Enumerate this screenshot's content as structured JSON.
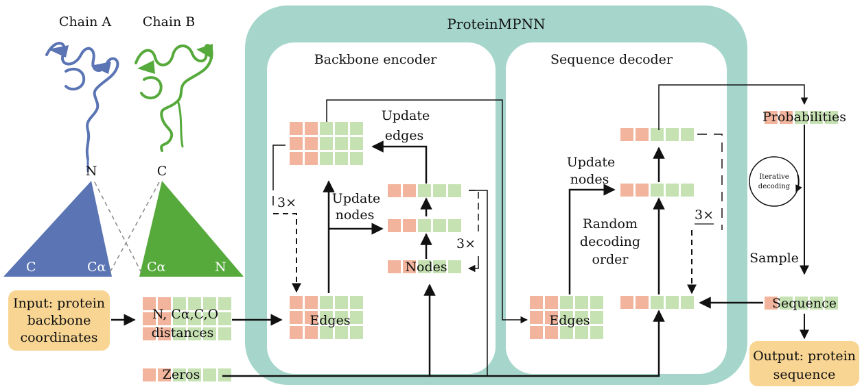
{
  "title": "ProteinMPNN",
  "chains": [
    {
      "label": "Chain A",
      "color": "#5a74b4",
      "top_label": "N",
      "left_label": "C",
      "right_label": "Cα"
    },
    {
      "label": "Chain B",
      "color": "#56a93b",
      "top_label": "C",
      "left_label": "Cα",
      "right_label": "N"
    }
  ],
  "input_box": {
    "lines": [
      "Input: protein",
      "backbone",
      "coordinates"
    ]
  },
  "features": {
    "lines": [
      "N, Cα,C,O",
      "distances"
    ]
  },
  "zeros_label": "Zeros",
  "encoder": {
    "title": "Backbone encoder",
    "update_edges": [
      "Update",
      "edges"
    ],
    "update_nodes": [
      "Update",
      "nodes"
    ],
    "edges_label": "Edges",
    "nodes_label": "Nodes",
    "repeat_edges": "3×",
    "repeat_nodes": "3×"
  },
  "decoder": {
    "title": "Sequence decoder",
    "update_nodes": [
      "Update",
      "nodes"
    ],
    "random_order": [
      "Random",
      "decoding",
      "order"
    ],
    "edges_label": "Edges",
    "repeat": "3×"
  },
  "right": {
    "probabilities": "Probabilities",
    "iterative": [
      "Iterative",
      "decoding"
    ],
    "sample": "Sample",
    "sequence": "Sequence",
    "output_lines": [
      "Output: protein",
      "sequence"
    ]
  },
  "colors": {
    "teal": "#a6d6cb",
    "salmon": "#f2b49c",
    "green": "#c6e2b3",
    "yellow_box": "#f8d592",
    "blue": "#5a74b4",
    "green_chain": "#56a93b"
  }
}
